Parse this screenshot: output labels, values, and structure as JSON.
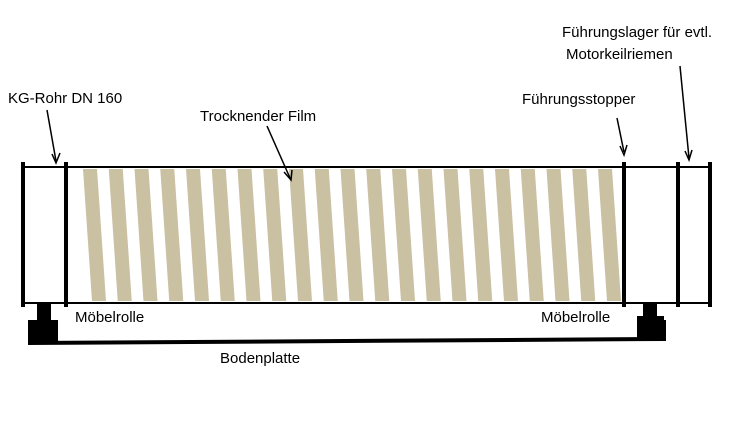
{
  "labels": {
    "kg_rohr": "KG-Rohr DN 160",
    "trocknender_film": "Trocknender Film",
    "fuehrungsstopper": "Führungsstopper",
    "fuehrungslager_line1": "Führungslager für evtl.",
    "fuehrungslager_line2": "Motorkeilriemen",
    "moebelrolle_left": "Möbelrolle",
    "moebelrolle_right": "Möbelrolle",
    "bodenplatte": "Bodenplatte"
  },
  "colors": {
    "line": "#000000",
    "film": "#c9c1a1",
    "background": "#ffffff"
  }
}
